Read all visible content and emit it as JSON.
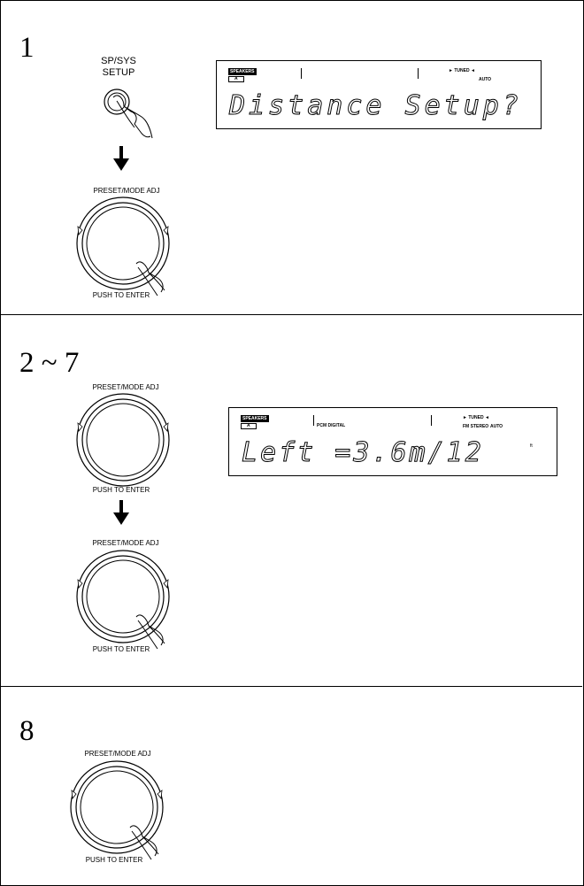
{
  "steps": [
    {
      "number": "1",
      "button_label_line1": "SP/SYS",
      "button_label_line2": "SETUP",
      "knob_top_label": "PRESET/MODE ADJ",
      "knob_bottom_label": "PUSH TO ENTER",
      "display": {
        "speakers_badge": "SPEAKERS",
        "channel": "A",
        "tuned": "► TUNED ◄",
        "auto": "AUTO",
        "text": "Distance Setup?"
      }
    },
    {
      "number": "2 ~ 7",
      "knob1_top_label": "PRESET/MODE ADJ",
      "knob1_bottom_label": "PUSH TO ENTER",
      "knob2_top_label": "PRESET/MODE ADJ",
      "knob2_bottom_label": "PUSH TO ENTER",
      "display": {
        "speakers_badge": "SPEAKERS",
        "channel": "A",
        "pcm": "PCM DIGITAL",
        "tuned": "► TUNED ◄",
        "fm_stereo": "FM STEREO",
        "auto": "AUTO",
        "text": "Left     =3.6m/12",
        "unit": "ft"
      }
    },
    {
      "number": "8",
      "knob_top_label": "PRESET/MODE ADJ",
      "knob_bottom_label": "PUSH TO ENTER"
    }
  ]
}
